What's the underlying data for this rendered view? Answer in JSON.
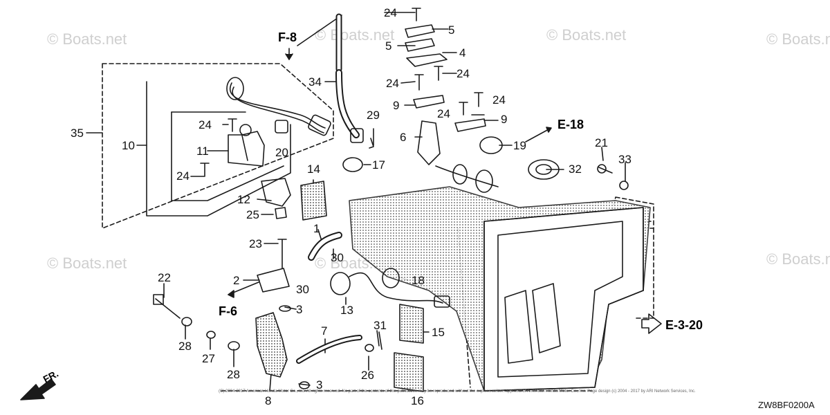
{
  "watermark": "© Boats.net",
  "drawing_code": "ZW8BF0200A",
  "copyright": "(C) 2004-2017 American Honda Motor Co., Inc. All rights reserved. No part of the contents of this publication may be reproduced without the express written approval of American Honda Motor Co., Inc.  Page design (c) 2004 - 2017 by ARI Network Services, Inc.",
  "direction_label": "FR.",
  "references": [
    "F-8",
    "E-18",
    "F-6",
    "E-3-20"
  ],
  "callouts": [
    "24",
    "5",
    "5",
    "4",
    "24",
    "24",
    "9",
    "24",
    "24",
    "9",
    "34",
    "29",
    "6",
    "19",
    "21",
    "33",
    "32",
    "35",
    "10",
    "24",
    "20",
    "11",
    "24",
    "14",
    "17",
    "12",
    "25",
    "1",
    "23",
    "30",
    "30",
    "18",
    "22",
    "2",
    "3",
    "13",
    "F-6",
    "28",
    "27",
    "28",
    "7",
    "31",
    "15",
    "26",
    "16",
    "8",
    "3"
  ],
  "colors": {
    "line": "#1a1a1a",
    "shade": "#9a9a9a",
    "watermark": "#cfcfcf"
  }
}
